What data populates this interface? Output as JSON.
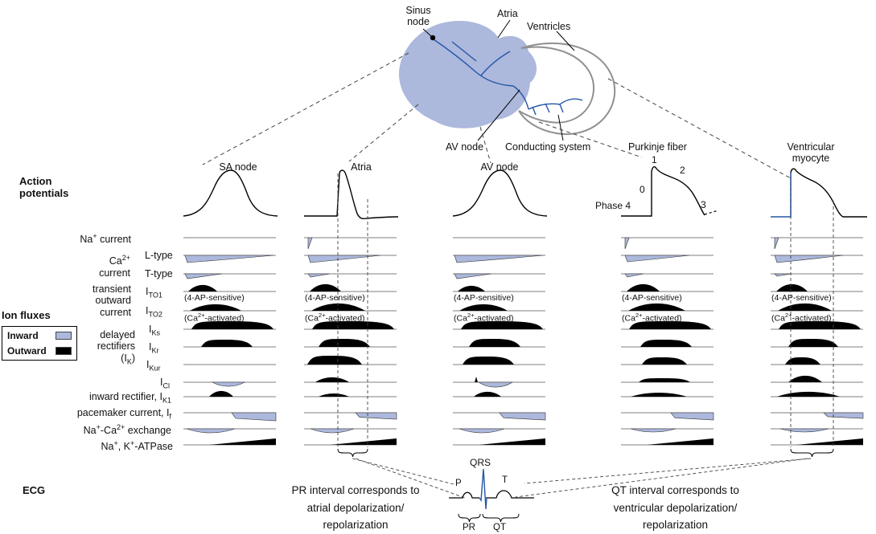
{
  "colors": {
    "inward_fill": "#acb8dc",
    "outward_fill": "#000000",
    "conduction_blue": "#2456a8",
    "ventricle_gray": "#909090"
  },
  "heart": {
    "sinus_node": "Sinus node",
    "atria": "Atria",
    "ventricles": "Ventricles",
    "av_node": "AV node",
    "conducting_system": "Conducting system"
  },
  "columns": {
    "sa_node": "SA node",
    "atria": "Atria",
    "av_node": "AV node",
    "purkinje": "Purkinje fiber",
    "ventricular": "Ventricular myocyte"
  },
  "sections": {
    "action_potentials": "Action potentials",
    "ion_fluxes": "Ion fluxes",
    "ecg": "ECG"
  },
  "legend": {
    "inward": "Inward",
    "outward": "Outward"
  },
  "phases": {
    "p0": "0",
    "p1": "1",
    "p2": "2",
    "p3": "3",
    "p4": "Phase 4"
  },
  "row_labels": {
    "na": "Na<sup>+</sup> current",
    "ca_group": "Ca<sup>2+</sup><br>current",
    "l_type": "L-type",
    "t_type": "T-type",
    "to_group": "transient<br>outward<br>current",
    "to1": "I<sub>TO1</sub>",
    "to2": "I<sub>TO2</sub>",
    "dr_group": "delayed<br>rectifiers<br>(I<sub>K</sub>)",
    "iks": "I<sub>Ks</sub>",
    "ikr": "I<sub>Kr</sub>",
    "ikur": "I<sub>Kur</sub>",
    "icl": "I<sub>Cl</sub>",
    "ik1": "inward rectifier, I<sub>K1</sub>",
    "if": "pacemaker current, I<sub>f</sub>",
    "ncx": "Na<sup>+</sup>-Ca<sup>2+</sup> exchange",
    "atpase": "Na<sup>+</sup>, K<sup>+</sup>-ATPase"
  },
  "annotations": {
    "four_ap": "(4-AP-sensitive)",
    "ca_activated": "(Ca<sup>2+</sup>-activated)"
  },
  "ecg": {
    "qrs": "QRS",
    "p": "P",
    "t": "T",
    "pr": "PR",
    "qt": "QT",
    "pr_caption": "PR interval corresponds to atrial depolarization/ repolarization",
    "qt_caption": "QT interval corresponds to ventricular depolarization/ repolarization"
  }
}
